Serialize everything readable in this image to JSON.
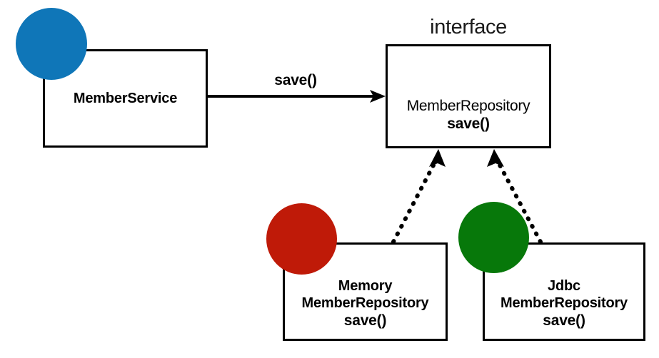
{
  "diagram": {
    "title": "MemberService to MemberRepository dependency diagram",
    "background": "#ffffff",
    "stereotype": {
      "label": "interface"
    }
  },
  "palette": {
    "stroke": "#000000",
    "fill": "#ffffff",
    "blue": "#0f76b8",
    "red": "#bf1a08",
    "green": "#07780a"
  },
  "nodes": {
    "member_service": {
      "name": "MemberService",
      "bead_color": "#0f76b8",
      "bead_name": "blue-bead"
    },
    "member_repository": {
      "name": "MemberRepository",
      "method": "save()"
    },
    "memory_member_repository": {
      "name_line1": "Memory",
      "name_line2": "MemberRepository",
      "method": "save()",
      "bead_color": "#bf1a08",
      "bead_name": "red-bead"
    },
    "jdbc_member_repository": {
      "name_line1": "Jdbc",
      "name_line2": "MemberRepository",
      "method": "save()",
      "bead_color": "#07780a",
      "bead_name": "green-bead"
    }
  },
  "edges": {
    "call_edge": {
      "label": "save()",
      "style": "solid",
      "arrow": "open-arrow",
      "from": "MemberService",
      "to": "MemberRepository"
    },
    "realization_memory": {
      "label": "",
      "style": "dotted",
      "arrow": "filled-triangle",
      "from": "MemoryMemberRepository",
      "to": "MemberRepository"
    },
    "realization_jdbc": {
      "label": "",
      "style": "dotted",
      "arrow": "filled-triangle",
      "from": "JdbcMemberRepository",
      "to": "MemberRepository"
    }
  }
}
